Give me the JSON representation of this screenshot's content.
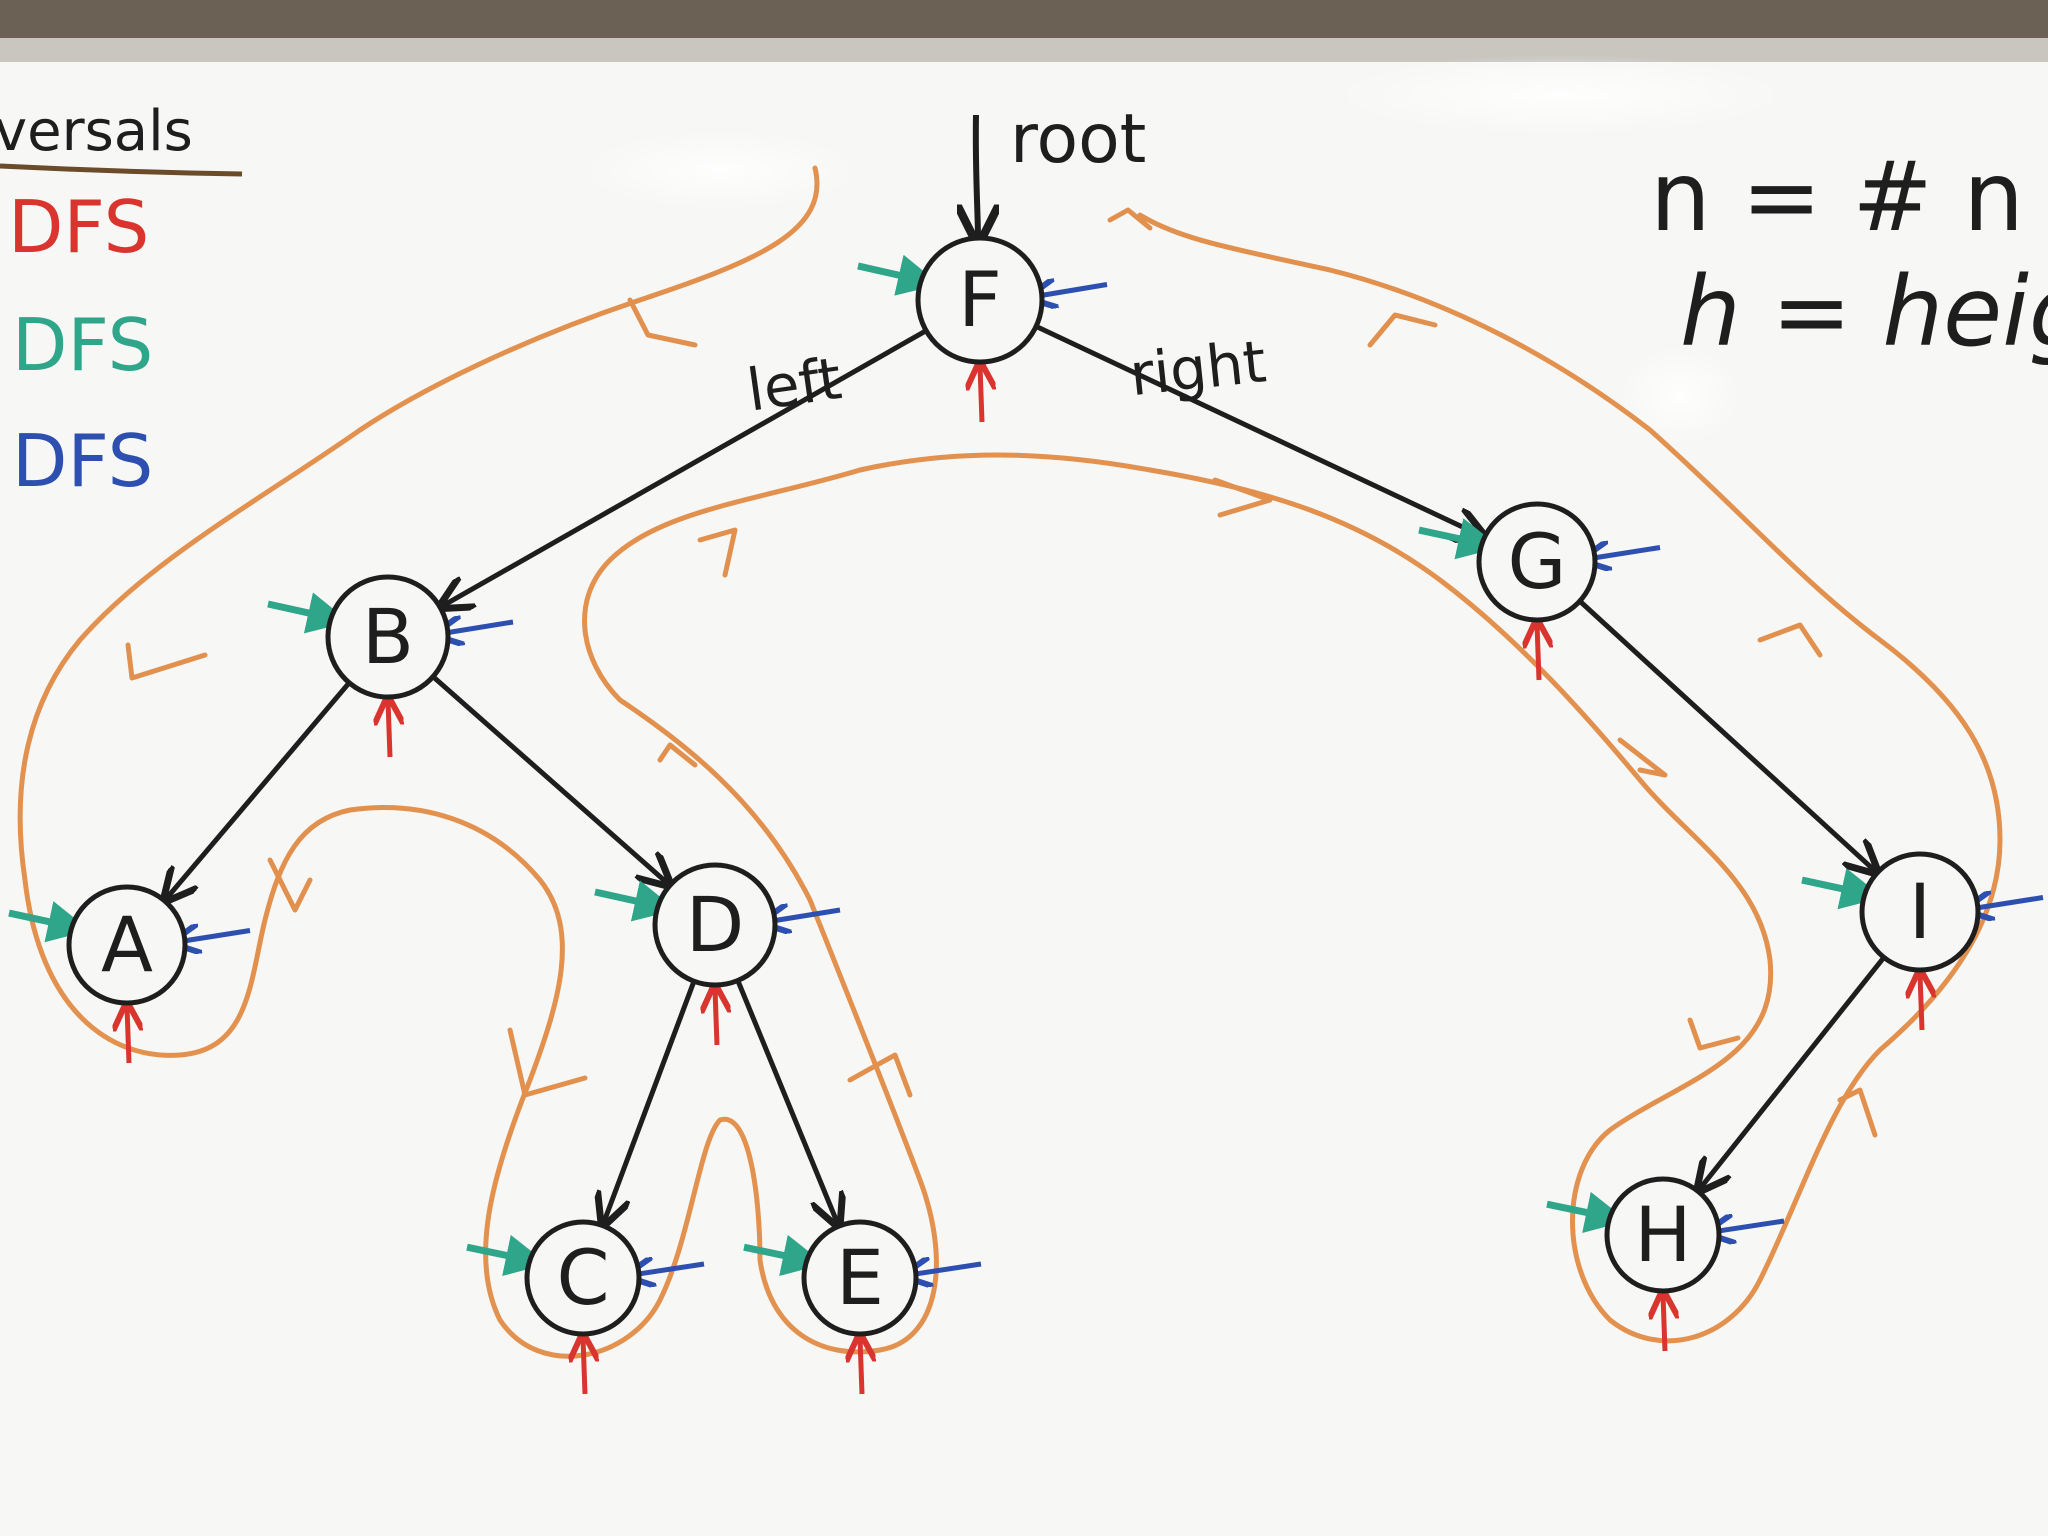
{
  "legend": {
    "heading": "versals",
    "items": [
      {
        "label": "DFS",
        "color": "#d9352e"
      },
      {
        "label": "DFS",
        "color": "#2fa58a"
      },
      {
        "label": "DFS",
        "color": "#2d4fb0"
      }
    ]
  },
  "notes": {
    "line1": "n = # n",
    "line2": "h = heig"
  },
  "edge_labels": {
    "root": "root",
    "left": "left",
    "right": "right"
  },
  "tree": {
    "nodes": [
      {
        "id": "F",
        "label": "F"
      },
      {
        "id": "B",
        "label": "B"
      },
      {
        "id": "G",
        "label": "G"
      },
      {
        "id": "A",
        "label": "A"
      },
      {
        "id": "D",
        "label": "D"
      },
      {
        "id": "I",
        "label": "I"
      },
      {
        "id": "C",
        "label": "C"
      },
      {
        "id": "E",
        "label": "E"
      },
      {
        "id": "H",
        "label": "H"
      }
    ],
    "edges": [
      [
        "F",
        "B"
      ],
      [
        "F",
        "G"
      ],
      [
        "B",
        "A"
      ],
      [
        "B",
        "D"
      ],
      [
        "D",
        "C"
      ],
      [
        "D",
        "E"
      ],
      [
        "G",
        "I"
      ],
      [
        "I",
        "H"
      ]
    ]
  },
  "colors": {
    "board": "#f7f7f5",
    "frame": "#c9c6c0",
    "marker_black": "#1e1e1e",
    "contour": "#e0853c",
    "pre_order": "#2fa58a",
    "in_order": "#d9352e",
    "post_order": "#2d4fb0"
  }
}
